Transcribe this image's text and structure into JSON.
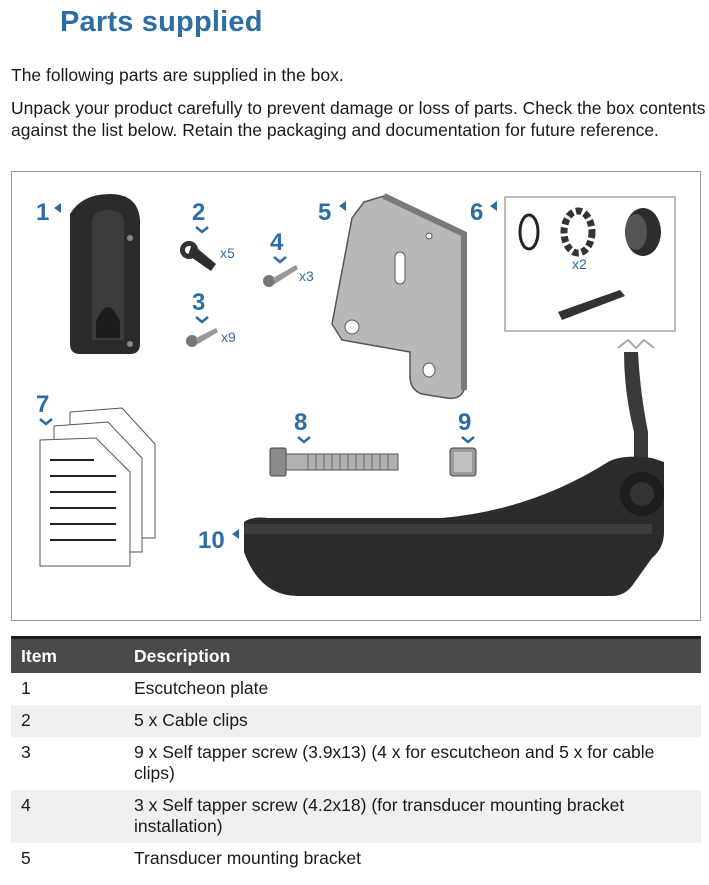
{
  "heading": "Parts supplied",
  "intro": "The following parts are supplied in the box.",
  "instructions": "Unpack your product carefully to prevent damage or loss of parts. Check the box contents against the list below. Retain the packaging and documentation for future reference.",
  "figure": {
    "callouts": [
      "1",
      "2",
      "3",
      "4",
      "5",
      "6",
      "7",
      "8",
      "9",
      "10"
    ],
    "quantities": {
      "clips": "x5",
      "screw3": "x9",
      "screw4": "x3",
      "kit6": "x2"
    }
  },
  "table": {
    "headers": {
      "item": "Item",
      "description": "Description"
    },
    "rows": [
      {
        "item": "1",
        "description": "Escutcheon plate"
      },
      {
        "item": "2",
        "description": "5 x Cable clips"
      },
      {
        "item": "3",
        "description": "9 x Self tapper screw (3.9x13) (4 x for escutcheon and 5 x for cable clips)"
      },
      {
        "item": "4",
        "description": "3 x Self tapper screw (4.2x18) (for transducer mounting bracket installation)"
      },
      {
        "item": "5",
        "description": "Transducer mounting bracket"
      }
    ]
  },
  "colors": {
    "accent": "#2e6da4",
    "table_header": "#4a4a4a",
    "row_alt": "#f0f0f0"
  }
}
